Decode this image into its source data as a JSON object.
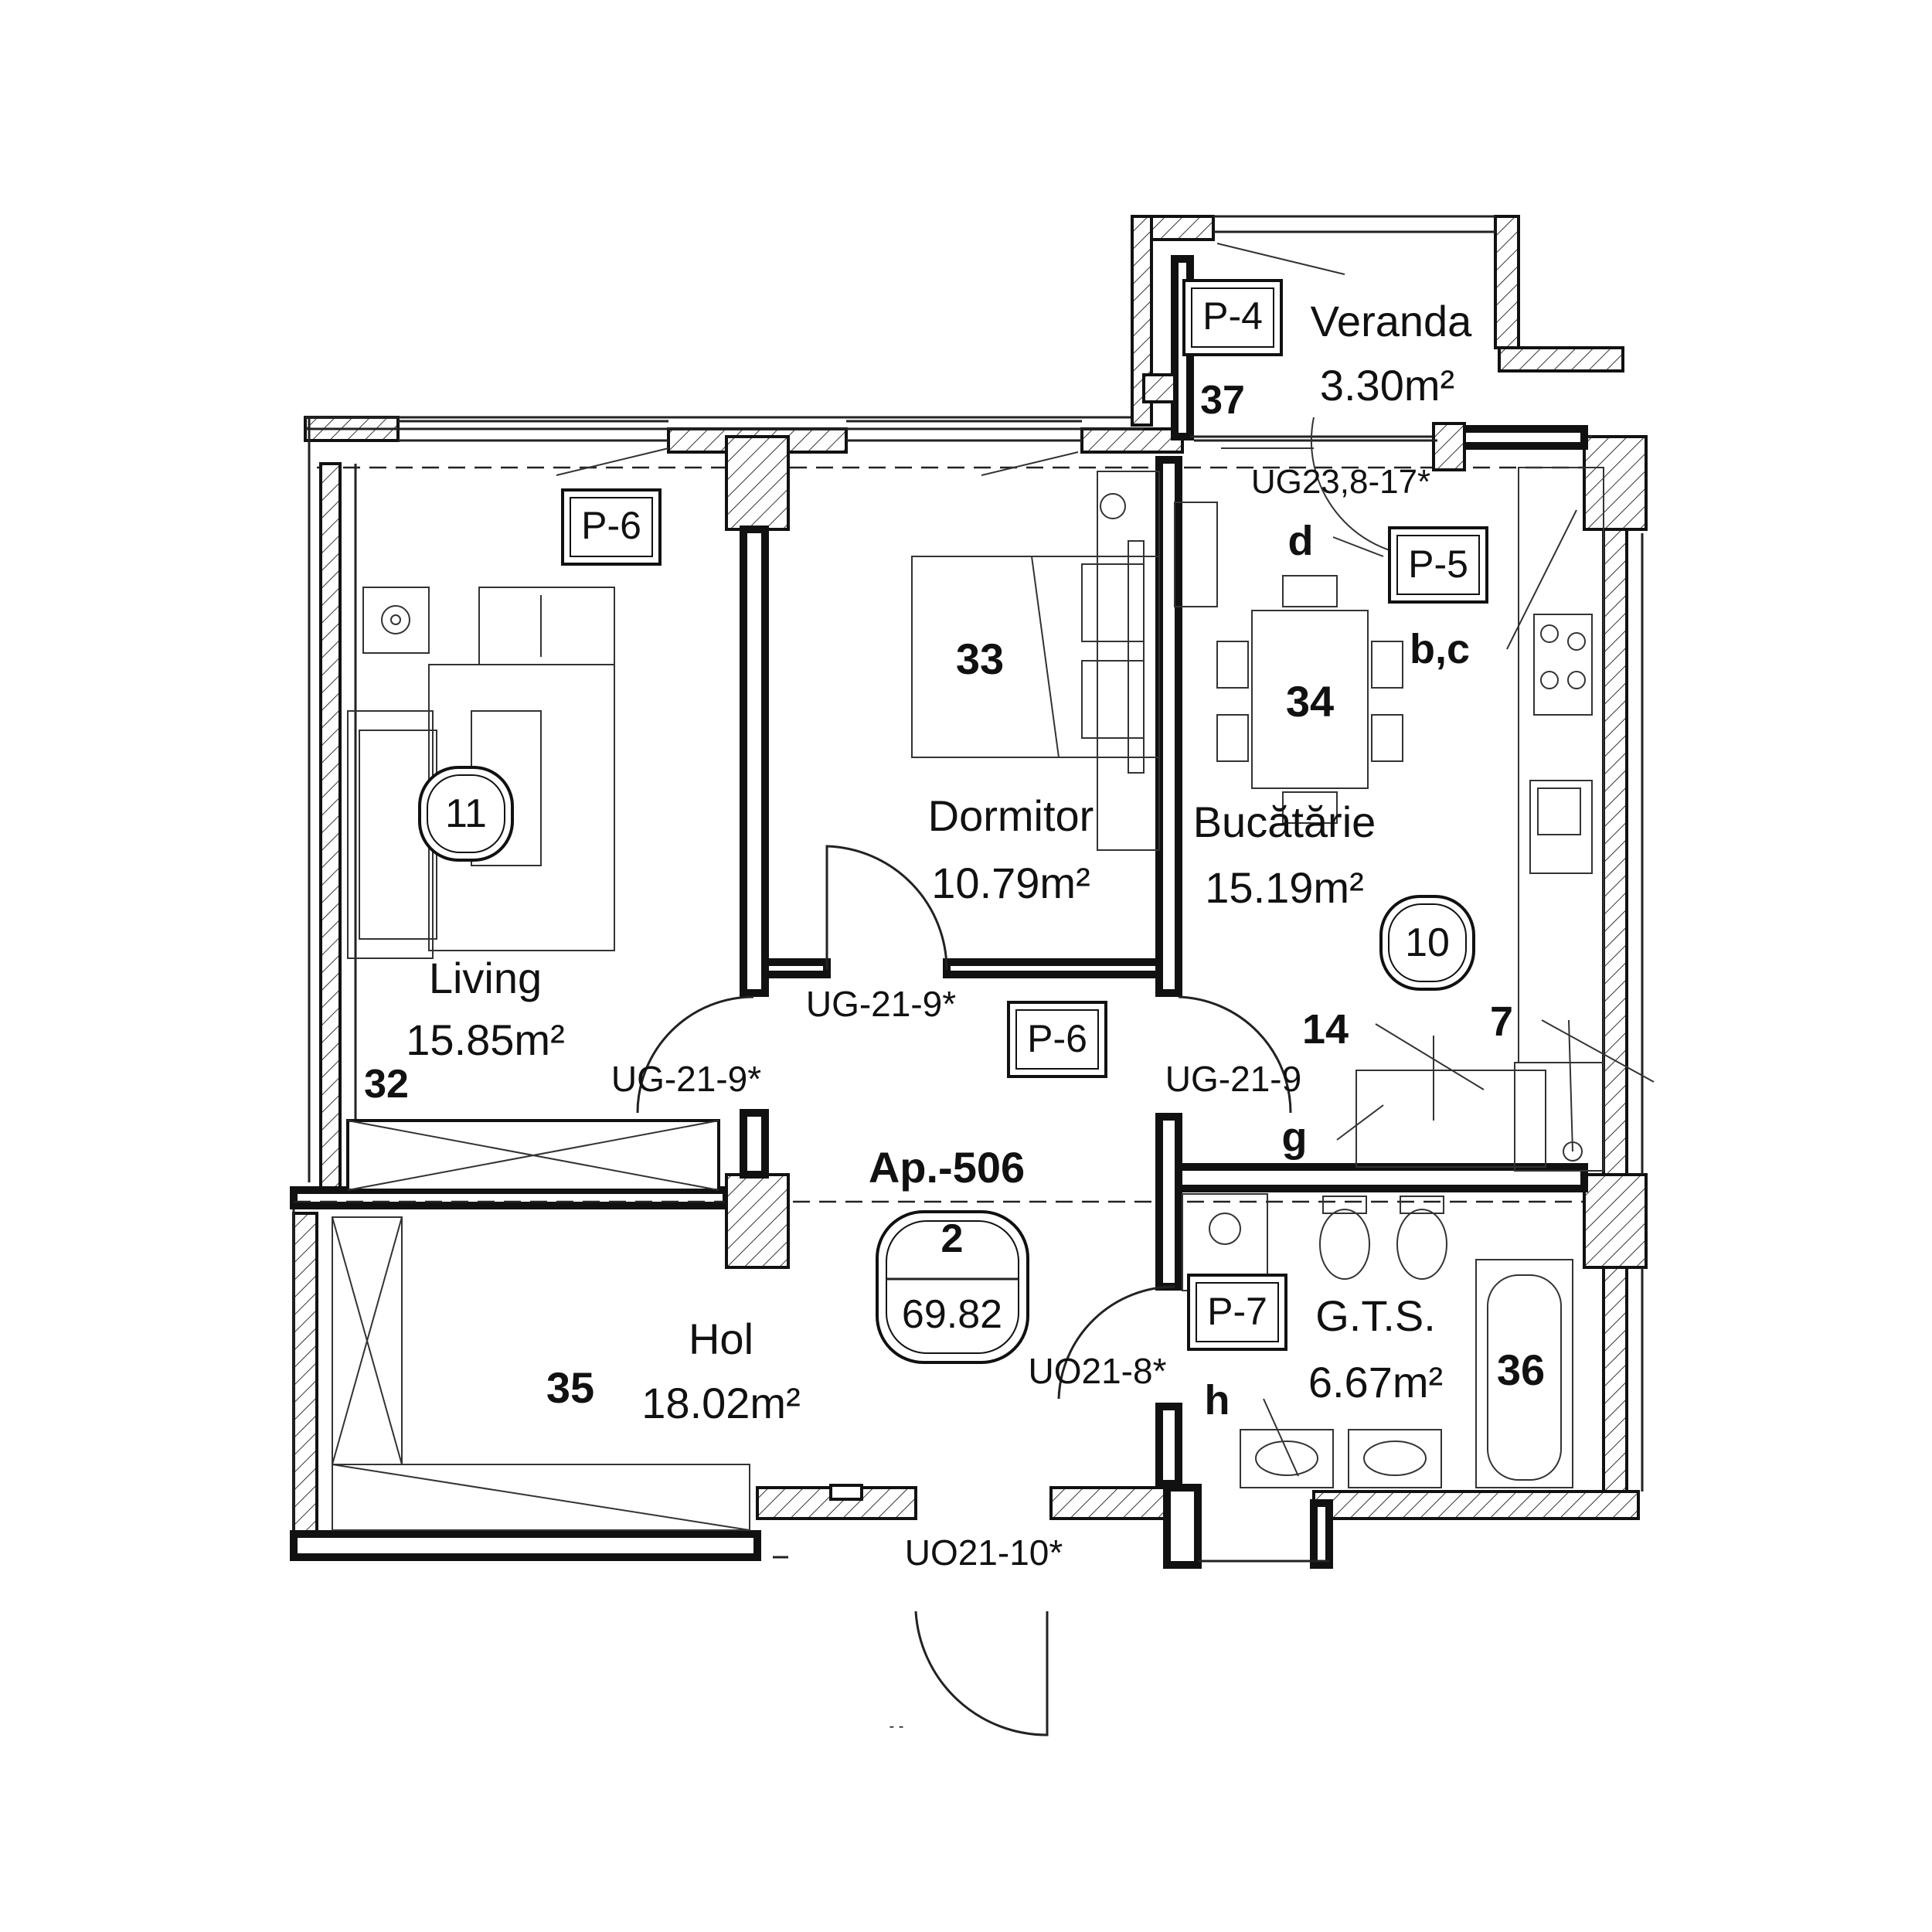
{
  "apartment": {
    "label": "Ap.-506",
    "rooms_count": "2",
    "total_area": "69.82"
  },
  "rooms": {
    "living": {
      "number": "32",
      "name": "Living",
      "area": "15.85m²"
    },
    "dormitor": {
      "number": "33",
      "name": "Dormitor",
      "area": "10.79m²"
    },
    "bucatarie": {
      "number": "34",
      "name": "Bucătărie",
      "area": "15.19m²"
    },
    "hol": {
      "number": "35",
      "name": "Hol",
      "area": "18.02m²"
    },
    "gts": {
      "number": "36",
      "name": "G.T.S.",
      "area": "6.67m²"
    },
    "veranda": {
      "number": "37",
      "name": "Veranda",
      "area": "3.30m²"
    }
  },
  "tags": {
    "p4": "P-4",
    "p5": "P-5",
    "p6_living": "P-6",
    "p6_hol": "P-6",
    "p7": "P-7"
  },
  "circles": {
    "living": "11",
    "kitchen": "10"
  },
  "doors": {
    "dormitor_door": "UG-21-9*",
    "living_door": "UG-21-9*",
    "kitchen_door": "UG-21-9",
    "bath_door": "UO21-8*",
    "entry_door": "UO21-10*",
    "veranda_door": "UG23,8-17*"
  },
  "callouts": {
    "d": "d",
    "bc": "b,c",
    "n14": "14",
    "n7": "7",
    "g": "g",
    "h": "h"
  },
  "footer_mark": "- -"
}
